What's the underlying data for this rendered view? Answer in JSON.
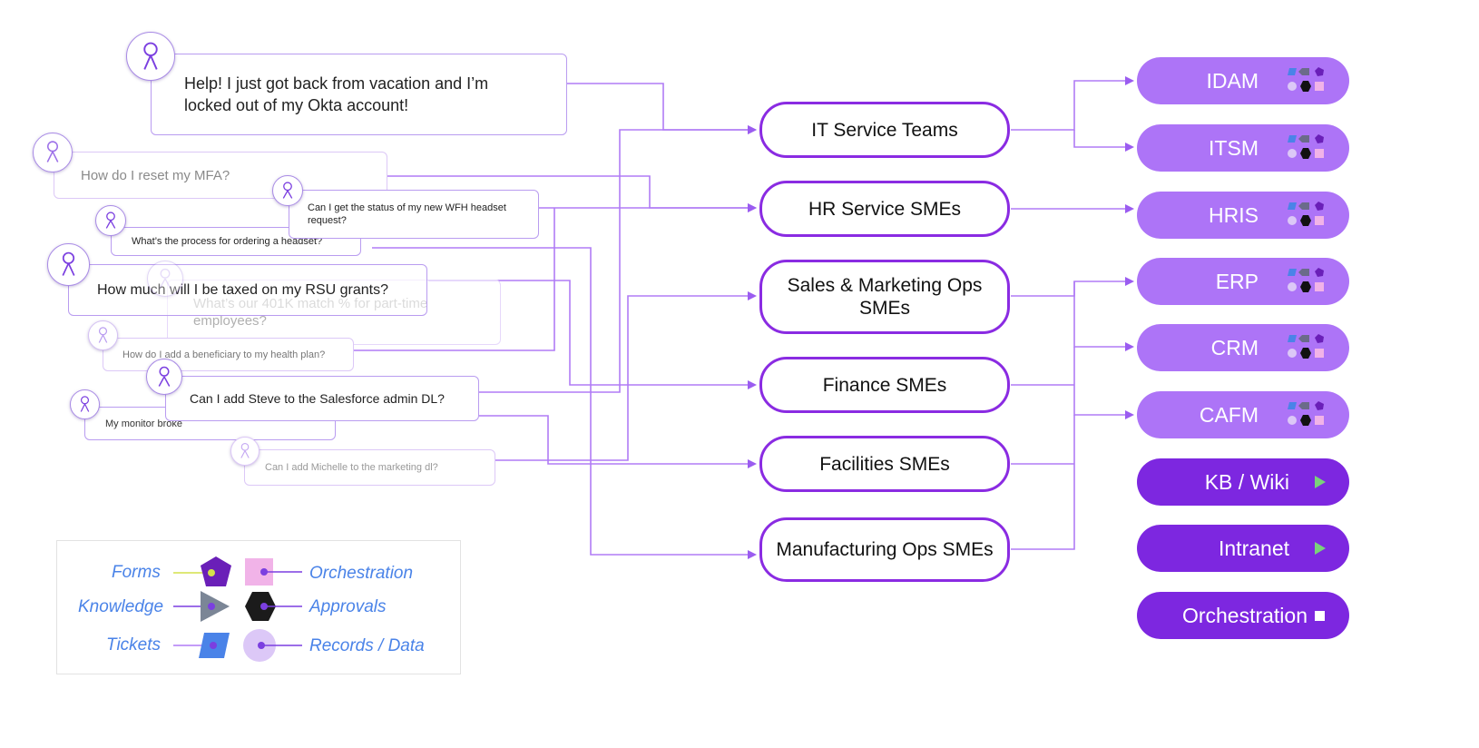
{
  "questions": {
    "q1": "Help! I just got back from vacation and I’m locked out of my Okta account!",
    "q2": "How do I reset my MFA?",
    "q3": "Can I get the status of my new WFH headset request?",
    "q4": "What’s the process for ordering a headset?",
    "q5": "How much will I be taxed on my RSU grants?",
    "q6": "What’s our 401K match % for part-time employees?",
    "q7": "How do I add a beneficiary to my health plan?",
    "q8": "Can I add Steve to the Salesforce admin DL?",
    "q9": "My monitor broke",
    "q10": "Can I add Michelle to the marketing dl?"
  },
  "teams": [
    {
      "label": "IT Service Teams"
    },
    {
      "label": "HR Service SMEs"
    },
    {
      "label": "Sales & Marketing Ops SMEs"
    },
    {
      "label": "Finance SMEs"
    },
    {
      "label": "Facilities SMEs"
    },
    {
      "label": "Manufacturing Ops SMEs"
    }
  ],
  "systems": [
    {
      "label": "IDAM"
    },
    {
      "label": "ITSM"
    },
    {
      "label": "HRIS"
    },
    {
      "label": "ERP"
    },
    {
      "label": "CRM"
    },
    {
      "label": "CAFM"
    },
    {
      "label": "KB / Wiki"
    },
    {
      "label": "Intranet"
    },
    {
      "label": "Orchestration"
    }
  ],
  "legend": {
    "forms": "Forms",
    "knowledge": "Knowledge",
    "tickets": "Tickets",
    "orchestration": "Orchestration",
    "approvals": "Approvals",
    "records": "Records / Data"
  },
  "colors": {
    "accent": "#8a2be2",
    "system_light": "#ad74f7",
    "system_dark": "#7d27e0",
    "connector": "#b07cf5",
    "legend_text": "#4a83e8"
  }
}
